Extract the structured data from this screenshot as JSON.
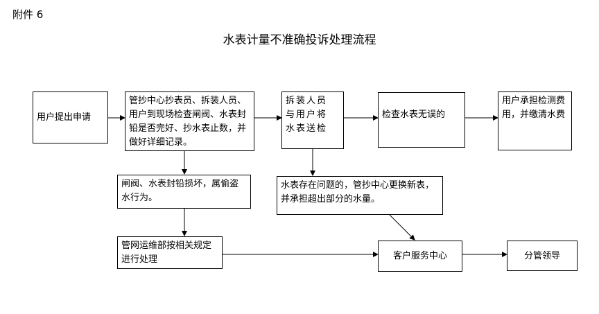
{
  "header": {
    "attachment_label": "附件 6",
    "title": "水表计量不准确投诉处理流程"
  },
  "nodes": {
    "user_apply": "用户提出申请",
    "onsite_check": "管抄中心抄表员、拆装人员、用户到现场检查闸阀、水表封铅是否完好、抄水表止数，并做好详细记录。",
    "remove_send": "拆装人员\n与用户将\n水表送检",
    "meter_ok": "检查水表无误的",
    "user_bears_fee": "用户承担检测费用，并缴清水费",
    "seal_broken": "闸阀、水表封铅损坏，属偷盗水行为。",
    "meter_problem": "水表存在问题的，管抄中心更换新表，并承担超出部分的水量。",
    "network_dept": "管网运维部按相关规定进行处理",
    "customer_center": "客户服务中心",
    "leader": "分管领导"
  }
}
